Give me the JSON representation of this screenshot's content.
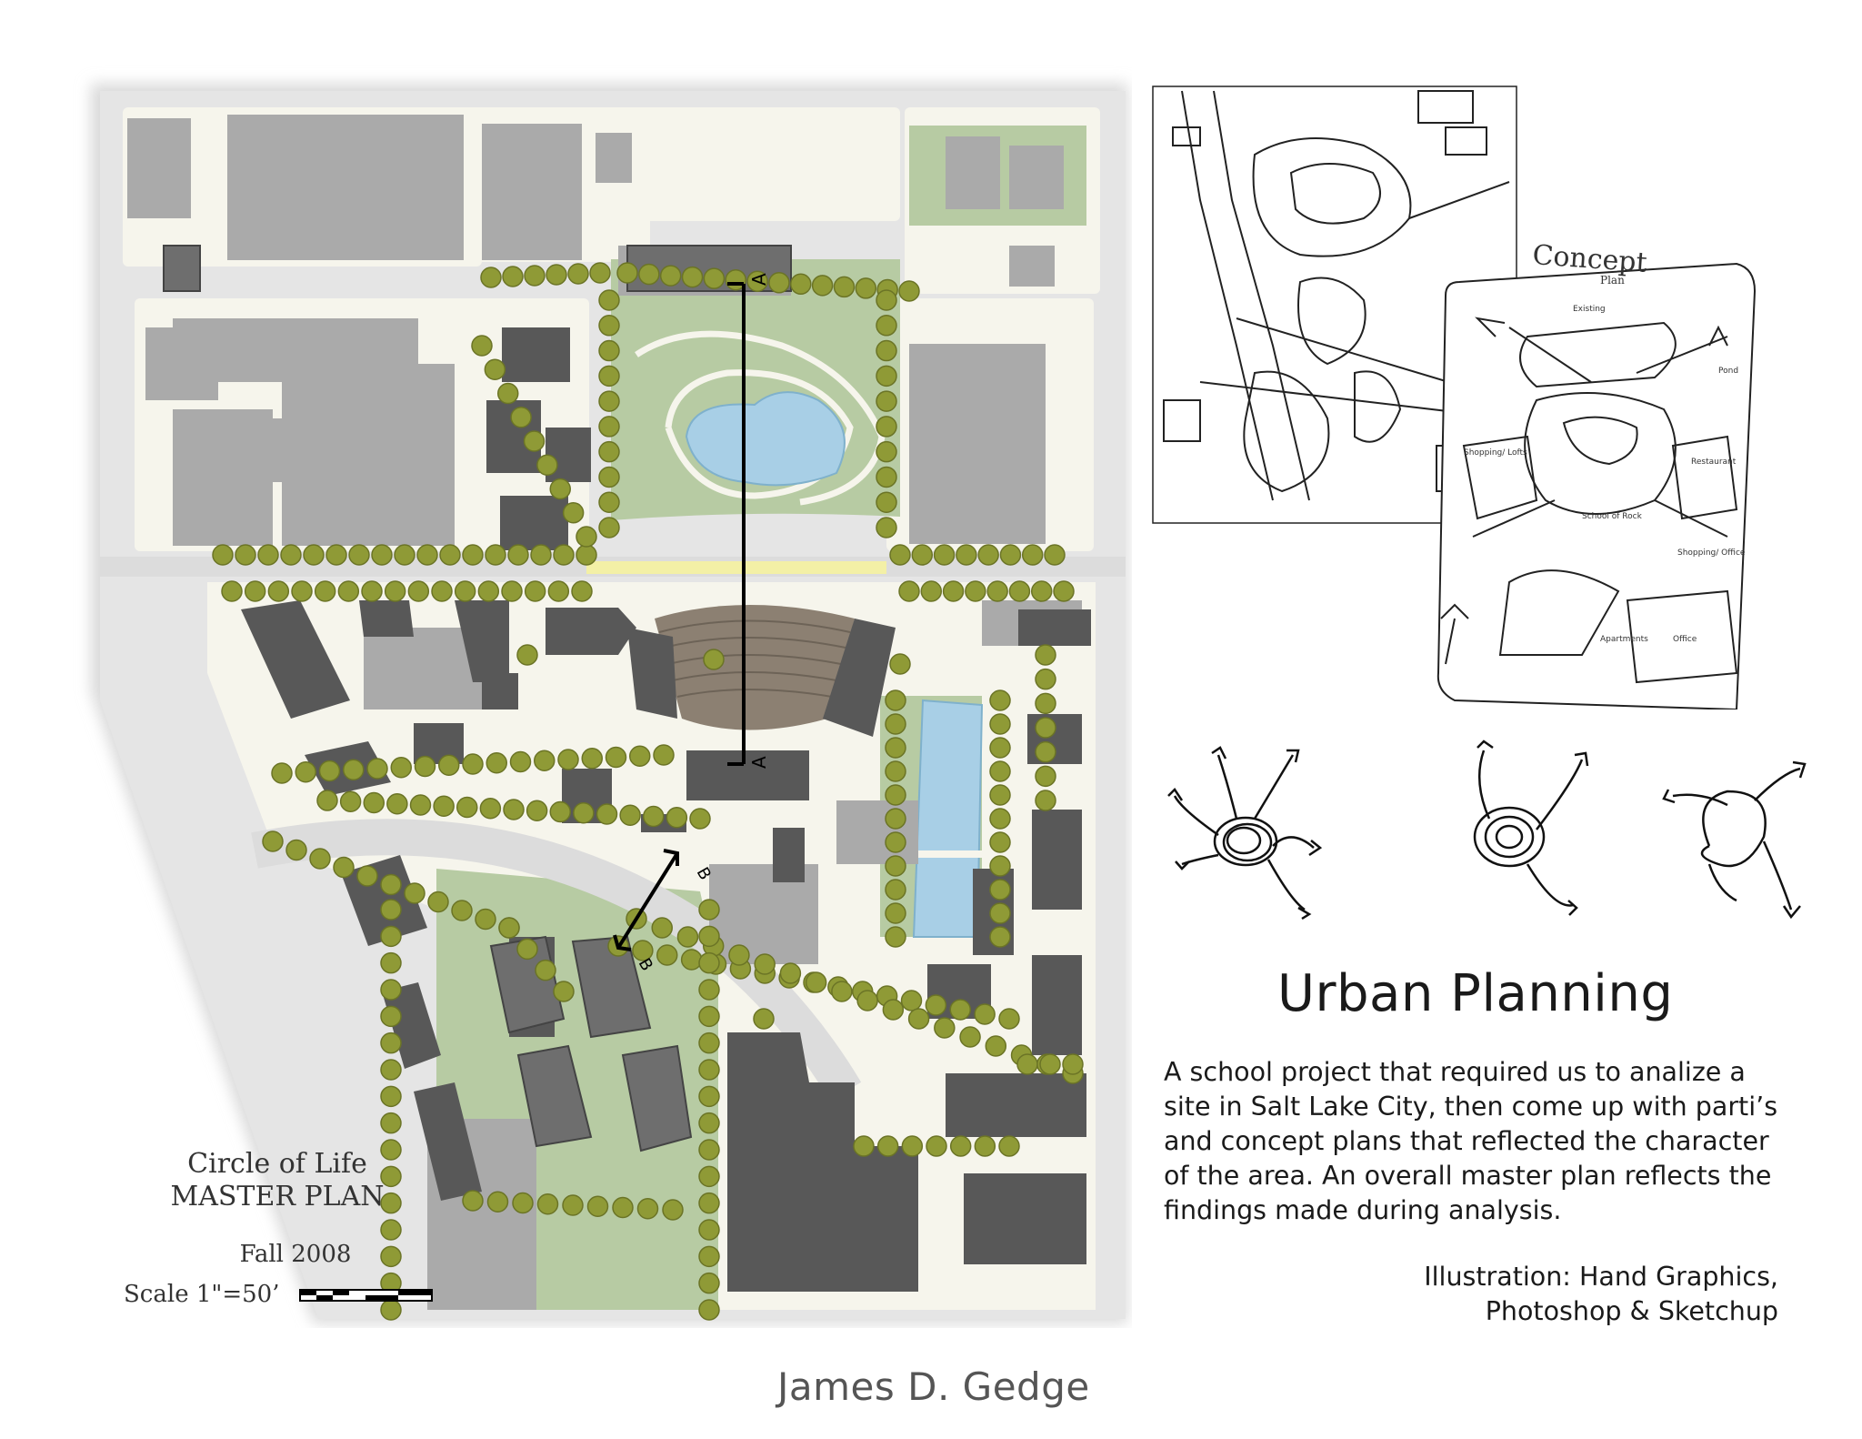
{
  "project_title": "Urban Planning",
  "description": "A school project that required us to analize a site in Salt Lake City, then come up with parti’s and concept plans that reflected the character of the area.  An overall master plan reflects the findings made during analysis.",
  "credits": {
    "line1": "Illustration: Hand Graphics,",
    "line2": "Photoshop & Sketchup"
  },
  "author": "James D. Gedge",
  "master_plan": {
    "name_line1": "Circle of Life",
    "name_line2": "MASTER PLAN",
    "date": "Fall 2008",
    "scale": "Scale 1\"=50’",
    "section_a_label": "A",
    "section_b_label": "B"
  },
  "concept_sketch": {
    "title": "Concept",
    "subtitle": "Plan",
    "labels": [
      "Existing",
      "Pond",
      "Restaurant",
      "School of Rock",
      "Shopping/ Lofts",
      "Shopping/ Office",
      "Apartments",
      "Office"
    ]
  },
  "colors": {
    "building": "#585858",
    "existing_building": "#aaaaaa",
    "tree": "#8f9a36",
    "green_space": "#b7cba3",
    "water": "#a8cfe6",
    "street": "#dcdcdc",
    "sidewalk": "#f6f5ec",
    "plaza": "#f3f0a6"
  }
}
